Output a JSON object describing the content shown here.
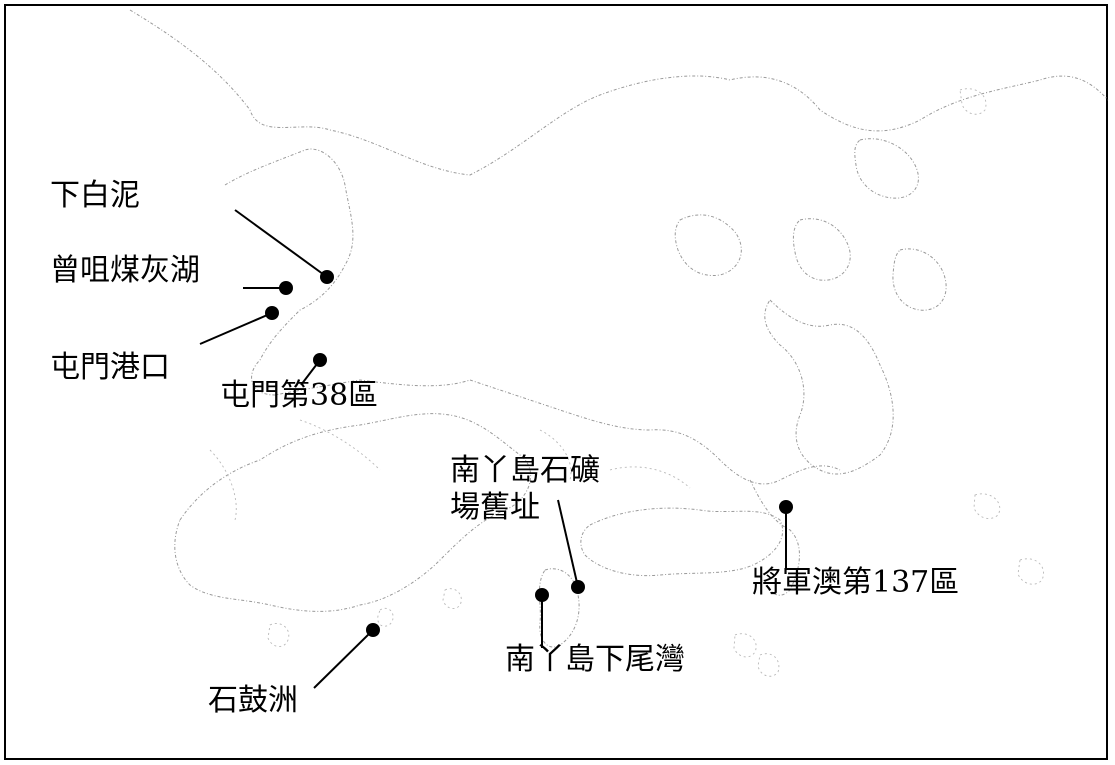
{
  "map": {
    "sites": [
      {
        "id": "ha-pak-nai",
        "label": "下白泥"
      },
      {
        "id": "tsang-tsui-ash-lagoons",
        "label": "曾咀煤灰湖"
      },
      {
        "id": "tuen-mun-port",
        "label": "屯門港口"
      },
      {
        "id": "tuen-mun-area-38",
        "label": "屯門第38區"
      },
      {
        "id": "lamma-quarry",
        "label_lines": [
          "南丫島石礦",
          "場舊址"
        ]
      },
      {
        "id": "lamma-ha-mei-wan",
        "label": "南丫島下尾灣"
      },
      {
        "id": "tseung-kwan-o-area-137",
        "label": "將軍澳第137區"
      },
      {
        "id": "shek-kwu-chau",
        "label": "石鼓洲"
      }
    ],
    "colors": {
      "ink": "#000000",
      "coastline": "#9a9a9a",
      "background": "#ffffff"
    }
  }
}
